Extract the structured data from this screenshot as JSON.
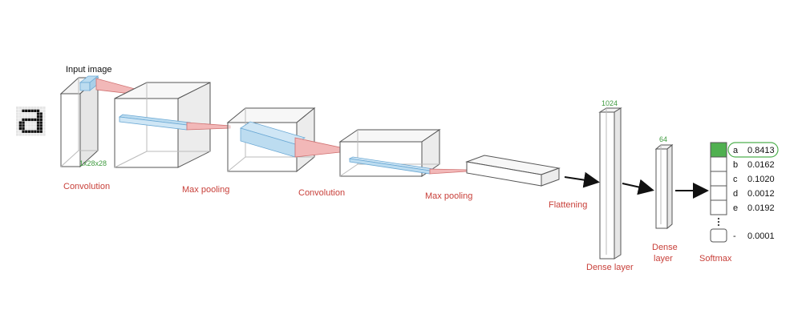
{
  "labels": {
    "input_image": "Input image",
    "conv1": "Convolution",
    "pool1": "Max pooling",
    "conv2": "Convolution",
    "pool2": "Max pooling",
    "flatten": "Flattening",
    "dense1": "Dense layer",
    "dense2_line1": "Dense",
    "dense2_line2": "layer",
    "softmax": "Softmax"
  },
  "dims": {
    "input": "1x28x28",
    "dense1": "1024",
    "dense2": "64"
  },
  "softmax_outputs": [
    {
      "letter": "a",
      "value": "0.8413",
      "highlight": true
    },
    {
      "letter": "b",
      "value": "0.0162",
      "highlight": false
    },
    {
      "letter": "c",
      "value": "0.1020",
      "highlight": false
    },
    {
      "letter": "d",
      "value": "0.0012",
      "highlight": false
    },
    {
      "letter": "e",
      "value": "0.0192",
      "highlight": false
    },
    {
      "letter": "-",
      "value": "0.0001",
      "highlight": false
    }
  ],
  "colors": {
    "label_red": "#c8403a",
    "dim_green": "#3f9b3f",
    "highlight_green": "#4fb04f",
    "blue_fill": "#bcdcf0",
    "red_fill": "#f2b8b8"
  }
}
